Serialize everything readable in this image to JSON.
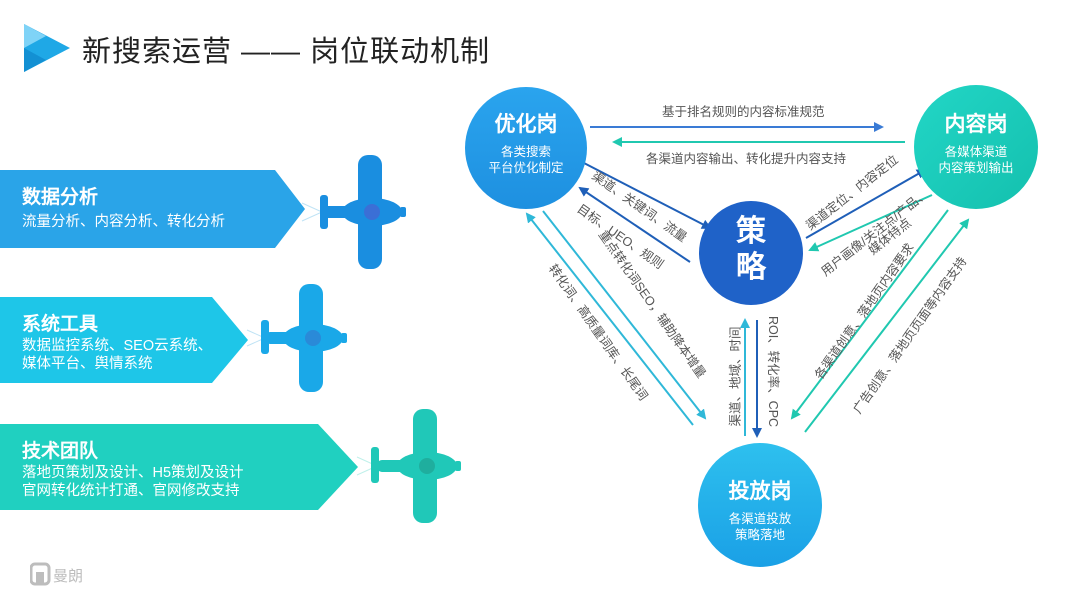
{
  "title": "新搜索运营 —— 岗位联动机制",
  "colors": {
    "accent_blue": "#1fa8e6",
    "deep_blue": "#1f6fd1",
    "teal": "#1fd0c0",
    "plane": "#1a8ee0"
  },
  "banners": [
    {
      "title": "数据分析",
      "lines": [
        "流量分析、内容分析、转化分析"
      ],
      "color": "#2aa4e8"
    },
    {
      "title": "系统工具",
      "lines": [
        "数据监控系统、SEO云系统、",
        "媒体平台、舆情系统"
      ],
      "color": "#1ec6e8"
    },
    {
      "title": "技术团队",
      "lines": [
        "落地页策划及设计、H5策划及设计",
        "官网转化统计打通、官网修改支持"
      ],
      "color": "#20d0c0"
    }
  ],
  "nodes": {
    "optimize": {
      "title": "优化岗",
      "sub": [
        "各类搜索",
        "平台优化制定"
      ]
    },
    "content": {
      "title": "内容岗",
      "sub": [
        "各媒体渠道",
        "内容策划输出"
      ]
    },
    "strategy": {
      "line1": "策",
      "line2": "略"
    },
    "delivery": {
      "title": "投放岗",
      "sub": [
        "各渠道投放",
        "策略落地"
      ]
    }
  },
  "labels": {
    "top_1": "基于排名规则的内容标准规范",
    "top_2": "各渠道内容输出、转化提升内容支持",
    "opt_strat_1": "渠道、关键词、流量",
    "opt_strat_2": "目标、UEO、规则",
    "cont_strat_1": "渠道定位、内容定位",
    "cont_strat_2": "用户画像/关注点/产品、",
    "cont_strat_3": "媒体特点",
    "left_outer": "转化词、高质量词库、长尾词",
    "left_inner": "重点转化词SEO，辅助降本增量",
    "strat_del_1": "ROI、转化率、CPC",
    "strat_del_2": "渠道、地域、时间",
    "right_inner": "各渠道创意、落地页内容要求",
    "right_outer": "广告创意、落地页页面等内容支持"
  },
  "logo": {
    "name": "曼朗"
  }
}
